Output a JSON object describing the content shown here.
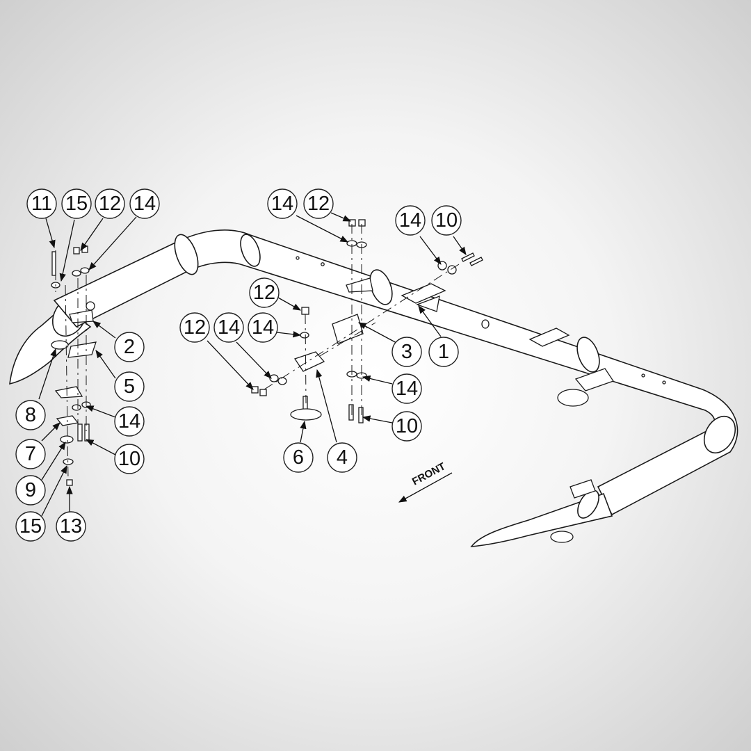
{
  "direction_label": "FRONT",
  "callouts": [
    {
      "id": "c-11a",
      "label": "11"
    },
    {
      "id": "c-15a",
      "label": "15"
    },
    {
      "id": "c-12a",
      "label": "12"
    },
    {
      "id": "c-14a",
      "label": "14"
    },
    {
      "id": "c-2",
      "label": "2"
    },
    {
      "id": "c-5",
      "label": "5"
    },
    {
      "id": "c-8",
      "label": "8"
    },
    {
      "id": "c-14b",
      "label": "14"
    },
    {
      "id": "c-7",
      "label": "7"
    },
    {
      "id": "c-10a",
      "label": "10"
    },
    {
      "id": "c-9",
      "label": "9"
    },
    {
      "id": "c-15b",
      "label": "15"
    },
    {
      "id": "c-13",
      "label": "13"
    },
    {
      "id": "c-14c",
      "label": "14"
    },
    {
      "id": "c-12b",
      "label": "12"
    },
    {
      "id": "c-14d",
      "label": "14"
    },
    {
      "id": "c-10b",
      "label": "10"
    },
    {
      "id": "c-12c",
      "label": "12"
    },
    {
      "id": "c-12d",
      "label": "12"
    },
    {
      "id": "c-14e",
      "label": "14"
    },
    {
      "id": "c-14f",
      "label": "14"
    },
    {
      "id": "c-3",
      "label": "3"
    },
    {
      "id": "c-1",
      "label": "1"
    },
    {
      "id": "c-14g",
      "label": "14"
    },
    {
      "id": "c-10c",
      "label": "10"
    },
    {
      "id": "c-6",
      "label": "6"
    },
    {
      "id": "c-4",
      "label": "4"
    }
  ]
}
